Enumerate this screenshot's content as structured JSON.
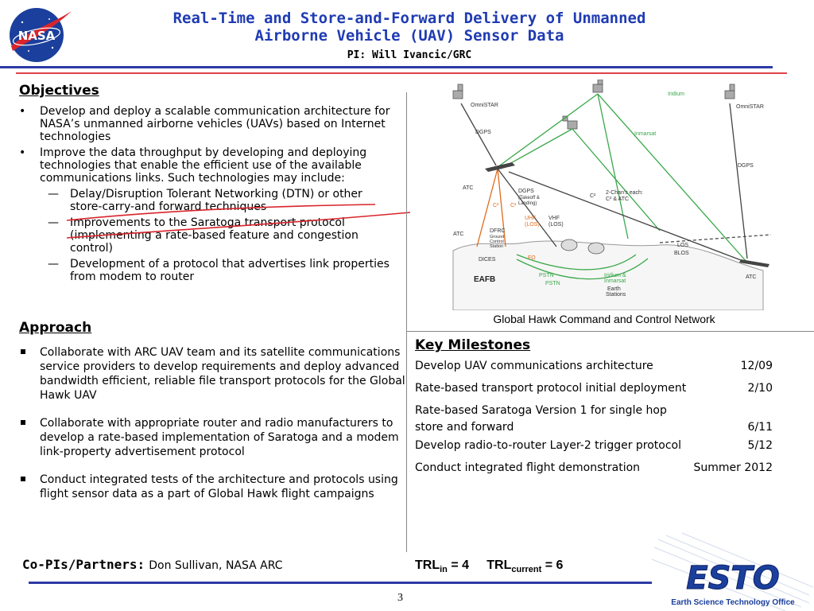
{
  "header": {
    "title_line1": "Real-Time and Store-and-Forward Delivery of Unmanned",
    "title_line2": "Airborne Vehicle (UAV) Sensor Data",
    "pi": "PI: Will Ivancic/GRC",
    "logo_text": "NASA"
  },
  "objectives": {
    "heading": "Objectives",
    "items": [
      "Develop and deploy a scalable communication architecture for NASA’s unmanned airborne vehicles (UAVs) based on Internet technologies",
      "Improve the data throughput by developing and deploying technologies that enable the efficient use of the available communications links. Such technologies may include:"
    ],
    "subitems": [
      "Delay/Disruption Tolerant Networking (DTN) or other store-carry-and forward techniques",
      "Improvements to the Saratoga transport protocol (implementing a rate-based feature and congestion control)",
      "Development of a protocol that advertises link properties from modem to router"
    ]
  },
  "approach": {
    "heading": "Approach",
    "items": [
      "Collaborate with ARC UAV team and its satellite communications service providers to develop requirements and deploy advanced bandwidth efficient, reliable file transport protocols for the Global Hawk UAV",
      "Collaborate with appropriate router and radio manufacturers to develop a rate-based implementation of Saratoga and a modem link-property advertisement protocol",
      "Conduct integrated tests of the architecture and protocols using flight sensor data as a part of Global Hawk flight campaigns"
    ]
  },
  "diagram": {
    "caption": "Global Hawk Command and Control Network",
    "labels": {
      "omnistar_left": "OmniSTAR",
      "omnistar_right": "OmniSTAR",
      "iridium": "Iridium",
      "inmarsat": "Inmarsat",
      "dgps_left": "DGPS",
      "dgps_right": "DGPS",
      "atc_left": "ATC",
      "atc_right": "ATC",
      "atc_ground": "ATC",
      "dgps_takeoff": "DGPS",
      "takeoff": "(Takeoff &",
      "landing": "Landing)",
      "c2_1": "C²",
      "c2_2": "C²",
      "c2_3": "C²",
      "uhf": "UHF",
      "uhf_los": "(LOS)",
      "vhf": "VHF",
      "vhf_los": "(LOS)",
      "chans": "2-Chan's each:",
      "chans2": "C² & ATC",
      "dfrc": "DFRC",
      "ground": "Ground",
      "control": "Control",
      "station": "Station",
      "dices": "DICES",
      "fo": "FO",
      "pstn1": "PSTN",
      "pstn2": "PSTN",
      "eafb": "EAFB",
      "los": "LOS",
      "blos": "BLOS",
      "iridium_inm": "Iridium &",
      "inmarsat2": "Inmarsat",
      "earth": "Earth",
      "stations": "Stations"
    }
  },
  "milestones": {
    "heading": "Key Milestones",
    "rows": [
      {
        "text": "Develop UAV communications architecture",
        "date": "12/09"
      },
      {
        "text": "Rate-based transport protocol initial deployment",
        "date": "2/10"
      },
      {
        "text_line1": "Rate-based Saratoga Version 1 for single hop",
        "text_line2": "store and forward",
        "date": "6/11"
      },
      {
        "text": "Develop radio-to-router Layer-2 trigger protocol",
        "date": "5/12"
      },
      {
        "text": "Conduct integrated flight demonstration",
        "date": "Summer 2012"
      }
    ]
  },
  "footer": {
    "copi_label": "Co-PIs/Partners:",
    "copi_name": "Don Sullivan, NASA ARC",
    "trl_in_label": "TRL",
    "trl_in_sub": "in",
    "trl_in_value": "= 4",
    "trl_cur_label": "TRL",
    "trl_cur_sub": "current",
    "trl_cur_value": "= 6",
    "page": "3",
    "esto_logo": "ESTO",
    "esto_caption": "Earth Science Technology Office"
  },
  "colors": {
    "title_blue": "#1f3bb3",
    "rule_blue": "#2d3aa6",
    "rule_red": "#e0404a",
    "link_green": "#3aa84a",
    "link_orange": "#e06a1a"
  }
}
